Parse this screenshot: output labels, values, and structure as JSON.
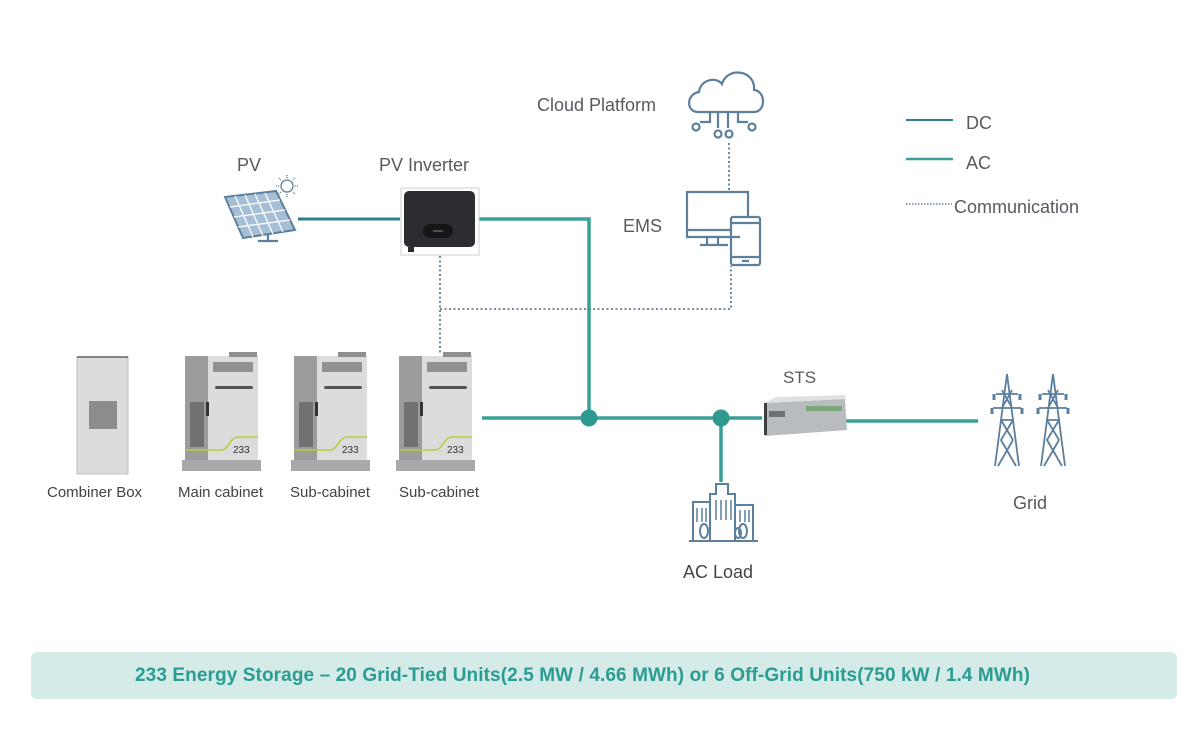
{
  "title": "233 Energy Storage system topology",
  "colors": {
    "dc_line": "#2f7e8e",
    "ac_line": "#3a9f97",
    "communication_line": "#4f6680",
    "icon_stroke": "#5b7f9c",
    "banner_bg": "#d4ebe7",
    "banner_text": "#2a9c94"
  },
  "legend": {
    "dc": "DC",
    "ac": "AC",
    "communication": "Communication"
  },
  "nodes": {
    "pv": "PV",
    "pv_inverter": "PV Inverter",
    "cloud_platform": "Cloud Platform",
    "ems": "EMS",
    "combiner_box": "Combiner Box",
    "main_cabinet": "Main cabinet",
    "sub_cabinet_1": "Sub-cabinet",
    "sub_cabinet_2": "Sub-cabinet",
    "sts": "STS",
    "ac_load": "AC Load",
    "grid": "Grid"
  },
  "cabinet_badge": "233",
  "banner": "233 Energy Storage – 20 Grid-Tied Units(2.5 MW / 4.66 MWh) or 6 Off-Grid Units(750 kW / 1.4 MWh)"
}
